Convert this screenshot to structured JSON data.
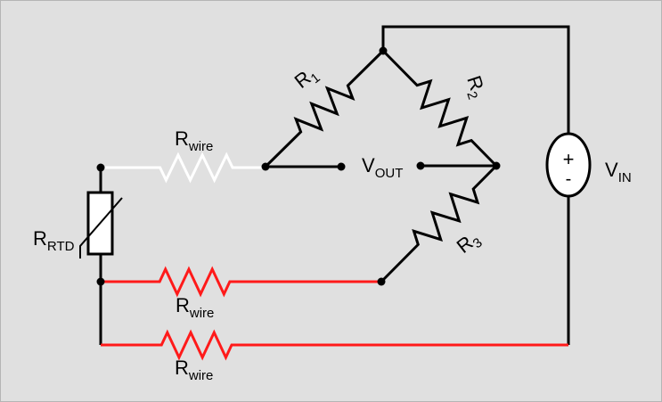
{
  "labels": {
    "r1": {
      "main": "R",
      "sub": "1"
    },
    "r2": {
      "main": "R",
      "sub": "2"
    },
    "r3": {
      "main": "R",
      "sub": "3"
    },
    "rwire_top": {
      "main": "R",
      "sub": "wire"
    },
    "rwire_mid": {
      "main": "R",
      "sub": "wire"
    },
    "rwire_bottom": {
      "main": "R",
      "sub": "wire"
    },
    "rtd": {
      "main": "R",
      "sub": "RTD"
    },
    "vout": {
      "main": "V",
      "sub": "OUT"
    },
    "vin": {
      "main": "V",
      "sub": "IN"
    },
    "source_plus": "+",
    "source_minus": "-"
  },
  "colors": {
    "wire": "#000000",
    "lead_white": "#ffffff",
    "lead_red": "#ff1a1a",
    "background": "#e0e0e0"
  }
}
